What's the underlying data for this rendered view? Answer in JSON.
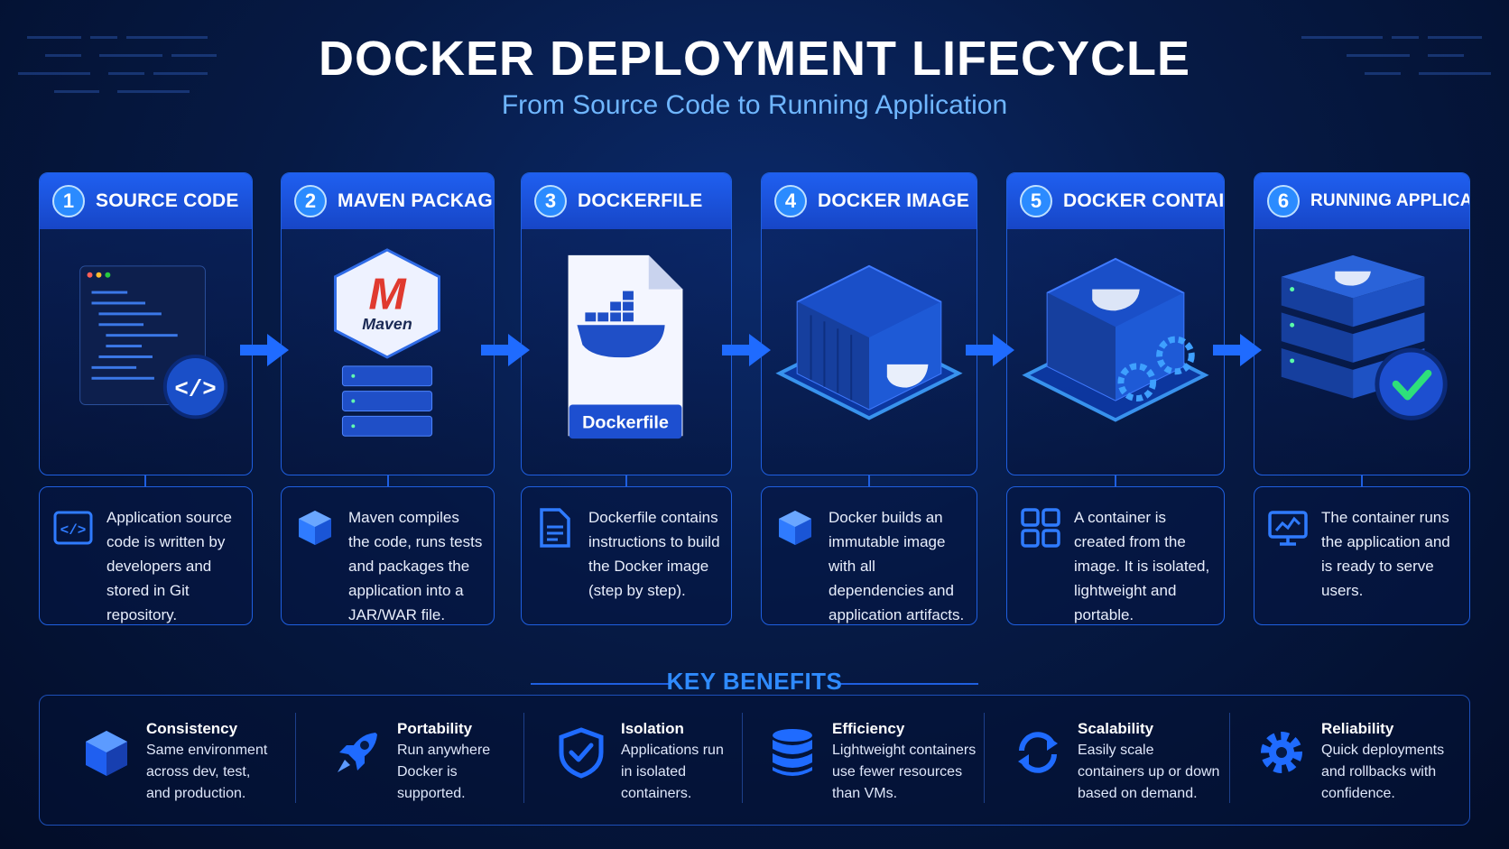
{
  "header": {
    "title": "DOCKER DEPLOYMENT LIFECYCLE",
    "subtitle": "From Source Code to Running Application"
  },
  "steps": [
    {
      "number": "1",
      "title": "SOURCE CODE",
      "description": "Application source code is written by developers and stored in Git repository.",
      "icon": "code-icon"
    },
    {
      "number": "2",
      "title": "MAVEN PACKAGE",
      "description": "Maven compiles the code, runs tests and packages the application into a JAR/WAR file.",
      "icon": "cube-icon",
      "badge": "Maven"
    },
    {
      "number": "3",
      "title": "DOCKERFILE",
      "description": "Dockerfile contains instructions to build the Docker image (step by step).",
      "icon": "document-icon",
      "badge": "Dockerfile"
    },
    {
      "number": "4",
      "title": "DOCKER IMAGE",
      "description": "Docker builds an immutable image with all dependencies and application artifacts.",
      "icon": "cube-icon"
    },
    {
      "number": "5",
      "title": "DOCKER CONTAINER",
      "description": "A container is created from the image. It is isolated, lightweight and portable.",
      "icon": "grid-icon"
    },
    {
      "number": "6",
      "title": "RUNNING APPLICATION",
      "description": "The container runs the application and is ready to serve users.",
      "icon": "monitor-icon"
    }
  ],
  "benefits": {
    "title": "KEY BENEFITS",
    "items": [
      {
        "title": "Consistency",
        "text": "Same environment across dev, test, and production.",
        "icon": "cube-icon"
      },
      {
        "title": "Portability",
        "text": "Run anywhere Docker is supported.",
        "icon": "rocket-icon"
      },
      {
        "title": "Isolation",
        "text": "Applications run in isolated containers.",
        "icon": "shield-icon"
      },
      {
        "title": "Efficiency",
        "text": "Lightweight containers use fewer resources than VMs.",
        "icon": "database-icon"
      },
      {
        "title": "Scalability",
        "text": "Easily scale containers up or down based on demand.",
        "icon": "refresh-icon"
      },
      {
        "title": "Reliability",
        "text": "Quick deployments and rollbacks with confidence.",
        "icon": "gear-icon"
      }
    ]
  },
  "colors": {
    "accent": "#1f5ff0",
    "accent_light": "#2f8bff",
    "background": "#061a45",
    "success": "#2ecc71"
  }
}
